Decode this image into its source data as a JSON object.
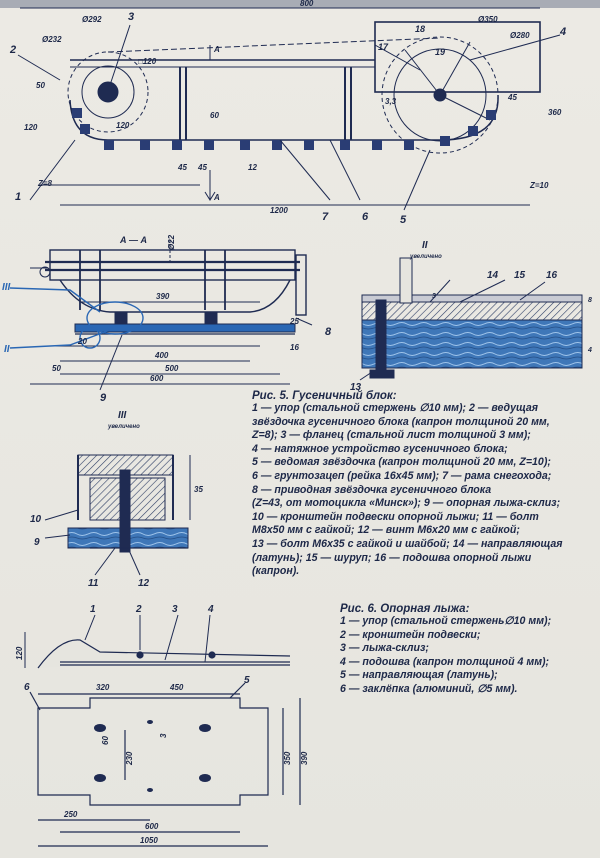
{
  "fig5_caption": {
    "title": "Рис. 5. Гусеничный блок:",
    "lines": [
      "1 — упор (стальной стержень ∅10 мм); 2 — ведущая",
      "звёздочка гусеничного блока (капрон толщиной 20 мм,",
      "Z=8); 3 — фланец (стальной лист толщиной 3 мм);",
      "4 — натяжное устройство гусеничного блока;",
      "5 — ведомая звёздочка (капрон толщиной 20 мм, Z=10);",
      "6 — грунтозацеп (рейка 16x45 мм); 7 — рама снегохода;",
      "8 — приводная звёздочка гусеничного блока",
      "(Z=43, от мотоцикла «Минск»); 9 — опорная лыжа-склиз;",
      "10 — кронштейн подвески опорной лыжи; 11 — болт",
      "М8х50 мм с гайкой; 12 — винт М6х20 мм с гайкой;",
      "13 — болт М6х35 с гайкой и шайбой; 14 — направляющая",
      "(латунь); 15 — шуруп; 16 — подошва опорной лыжи",
      "(капрон)."
    ]
  },
  "fig6_caption": {
    "title": "Рис. 6. Опорная лыжа:",
    "lines": [
      "1 — упор (стальной стержень∅10 мм);",
      "2 — кронштейн подвески;",
      "3 — лыжа-склиз;",
      "4 — подошва (капрон толщиной 4 мм);",
      "5 — направляющая (латунь);",
      "6 — заклёпка (алюминий, ∅5 мм)."
    ]
  },
  "top_view": {
    "callouts": [
      "1",
      "2",
      "3",
      "4",
      "5",
      "6",
      "7",
      "17",
      "18",
      "19"
    ],
    "dims": [
      "800",
      "Ø292",
      "Ø232",
      "Ø350",
      "Ø280",
      "50",
      "120",
      "□120",
      "360",
      "60",
      "45",
      "45",
      "12",
      "1200",
      "Z=8",
      "Z=10",
      "A",
      "A",
      "3,3",
      "45",
      "120"
    ]
  },
  "section_aa": {
    "title": "А — А",
    "callouts": [
      "8",
      "9",
      "III",
      "II"
    ],
    "dims": [
      "390",
      "Ø22",
      "20",
      "400",
      "500",
      "600",
      "50",
      "25",
      "16"
    ]
  },
  "detail_ii": {
    "title": "II",
    "subtitle": "увеличено",
    "callouts": [
      "13",
      "14",
      "15",
      "16"
    ],
    "dims": [
      "3",
      "8",
      "4"
    ]
  },
  "detail_iii": {
    "title": "III",
    "subtitle": "увеличено",
    "callouts": [
      "10",
      "9",
      "11",
      "12"
    ],
    "dims": [
      "35"
    ]
  },
  "ski_side": {
    "callouts": [
      "1",
      "2",
      "3",
      "4"
    ],
    "dims": [
      "120"
    ]
  },
  "ski_plan": {
    "callouts": [
      "6",
      "5"
    ],
    "dims": [
      "320",
      "450",
      "60",
      "3",
      "230",
      "350",
      "390",
      "250",
      "600",
      "1050"
    ]
  },
  "colors": {
    "line": "#1f2b52",
    "blue": "#2a67b4",
    "wood": "#3c6ea8",
    "hatch": "#2f3f66"
  }
}
